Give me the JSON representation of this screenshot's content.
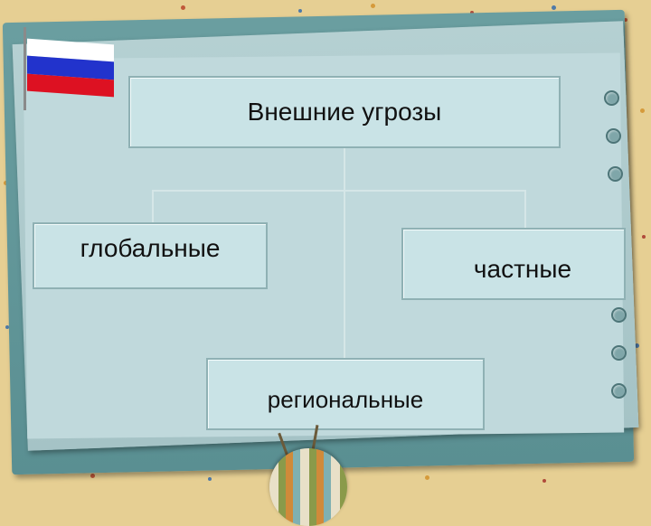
{
  "diagram": {
    "title": "Внешние угрозы",
    "nodes": {
      "global": "глобальные",
      "private": "частные",
      "regional": "региональные"
    }
  },
  "flag_colors": [
    "#ffffff",
    "#2233cc",
    "#dd1122"
  ],
  "colors": {
    "board": "#5a8f92",
    "paper": "#b5d0d2",
    "box_fill": "#c9e3e6",
    "box_border": "#8fb1b4",
    "dot": "#7fa6a9",
    "sand": "#e6cf93"
  }
}
